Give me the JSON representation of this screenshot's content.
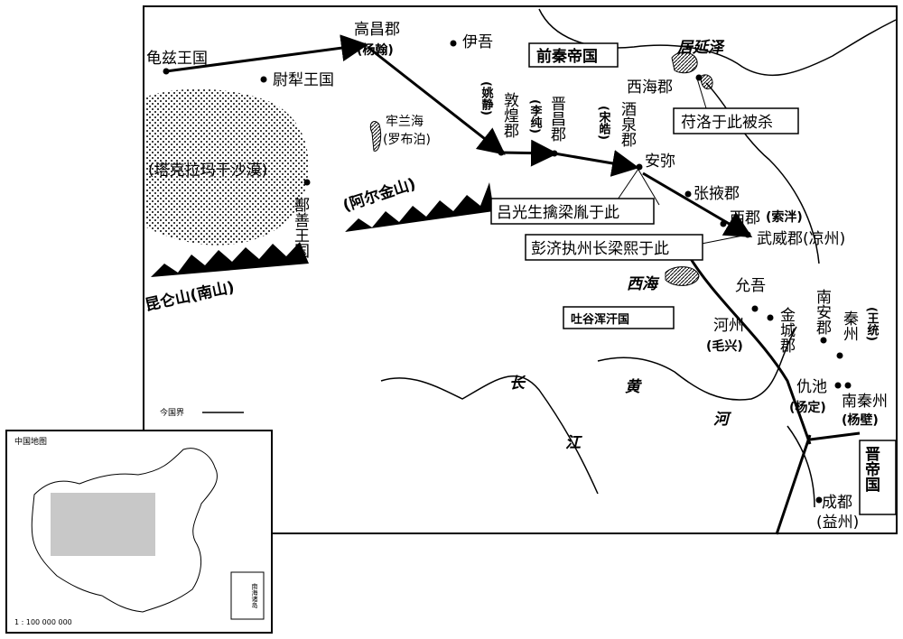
{
  "places": {
    "qiuci": "龟兹王国",
    "gaochang": "高昌郡",
    "gaochang_ruler": "(杨翰)",
    "yiwu": "伊吾",
    "weili": "尉犁王国",
    "shanshan": "鄯善王国",
    "loulan_lake": "牢兰海",
    "lop_nur": "(罗布泊)",
    "taklamakan": "(塔克拉玛干沙漠)",
    "altun": "(阿尔金山)",
    "kunlun": "昆仑山(南山)",
    "dunhuang": "敦煌郡",
    "dunhuang_ruler": "(姚静)",
    "jinchang": "晋昌郡",
    "jinchang_ruler": "(李纯)",
    "jiuquan": "酒泉郡",
    "jiuquan_ruler": "(宋皓)",
    "anmi": "安弥",
    "zhangye": "张掖郡",
    "xijun": "西郡",
    "xijun_ruler": "(索泮)",
    "wuwei": "武威郡(凉州)",
    "xihaijun": "西海郡",
    "juyanze": "居延泽",
    "xihai_lake": "西海",
    "yunwu": "允吾",
    "hezhou": "河州",
    "hezhou_ruler": "(毛兴)",
    "jincheng": "金城郡",
    "nanan": "南安郡",
    "qinzhou": "秦州",
    "qinzhou_ruler": "(王统)",
    "qiuchi": "仇池",
    "qiuchi_ruler": "(杨定)",
    "nanqinzhou": "南秦州",
    "nanqinzhou_ruler": "(杨壁)",
    "chengdu": "成都",
    "chengdu_ruler": "(益州)",
    "huang": "黄",
    "he": "河",
    "chang": "长",
    "jiang": "江"
  },
  "boxes": {
    "qianqin": "前秦帝国",
    "fuluo": "苻洛于此被杀",
    "lvguang": "吕光生擒梁胤于此",
    "pengji": "彭济执州长梁熙于此",
    "tuyuhun": "吐谷浑汗国",
    "jin": "晋帝国"
  },
  "legend": {
    "border": "今国界"
  },
  "inset": {
    "title": "中国地图",
    "scale": "1 : 100 000 000",
    "south_sea": "南海诸岛"
  },
  "colors": {
    "ink": "#000000",
    "highlight": "#c8c8c8"
  }
}
